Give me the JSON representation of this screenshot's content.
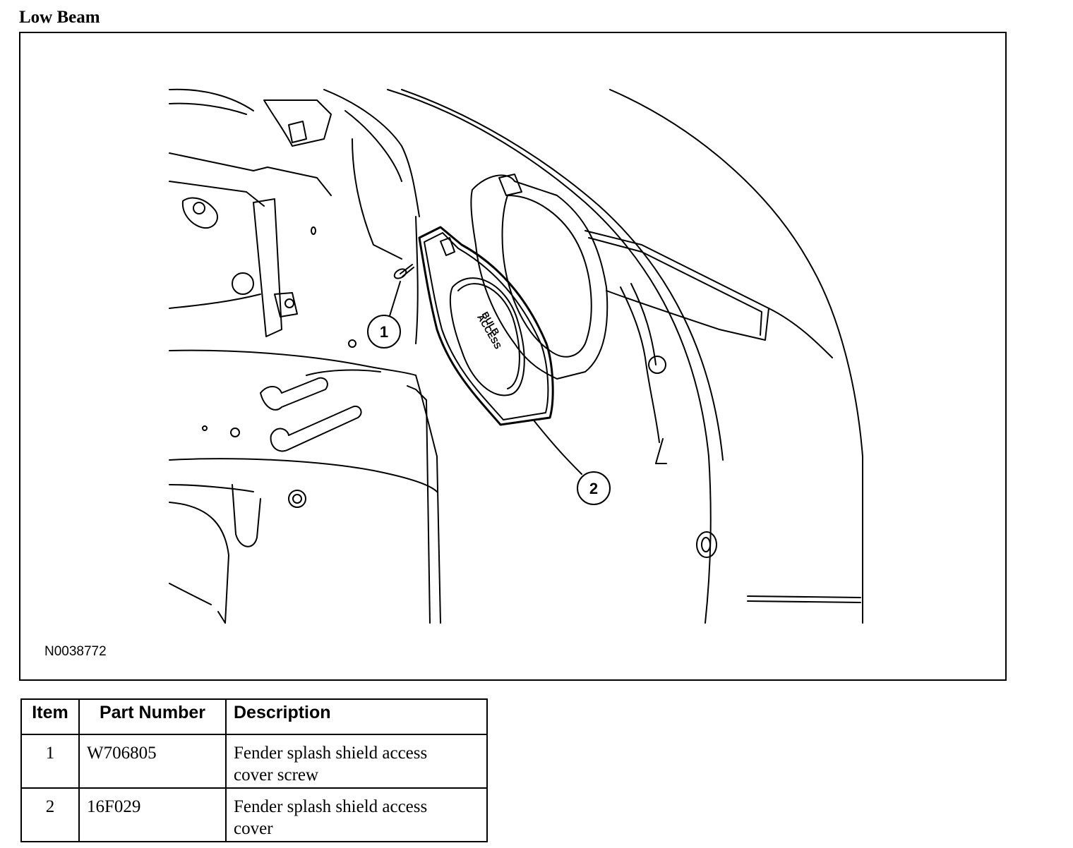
{
  "title": "Low Beam",
  "figure": {
    "figure_id": "N0038772",
    "callouts": [
      "1",
      "2"
    ],
    "cover_label_line1": "BULB",
    "cover_label_line2": "ACCESS"
  },
  "parts_table": {
    "headers": {
      "item": "Item",
      "part_number": "Part Number",
      "description": "Description"
    },
    "rows": [
      {
        "item": "1",
        "part_number": "W706805",
        "desc_line1": "Fender splash shield access",
        "desc_line2": "cover screw"
      },
      {
        "item": "2",
        "part_number": "16F029",
        "desc_line1": "Fender splash shield access",
        "desc_line2": "cover"
      }
    ]
  }
}
